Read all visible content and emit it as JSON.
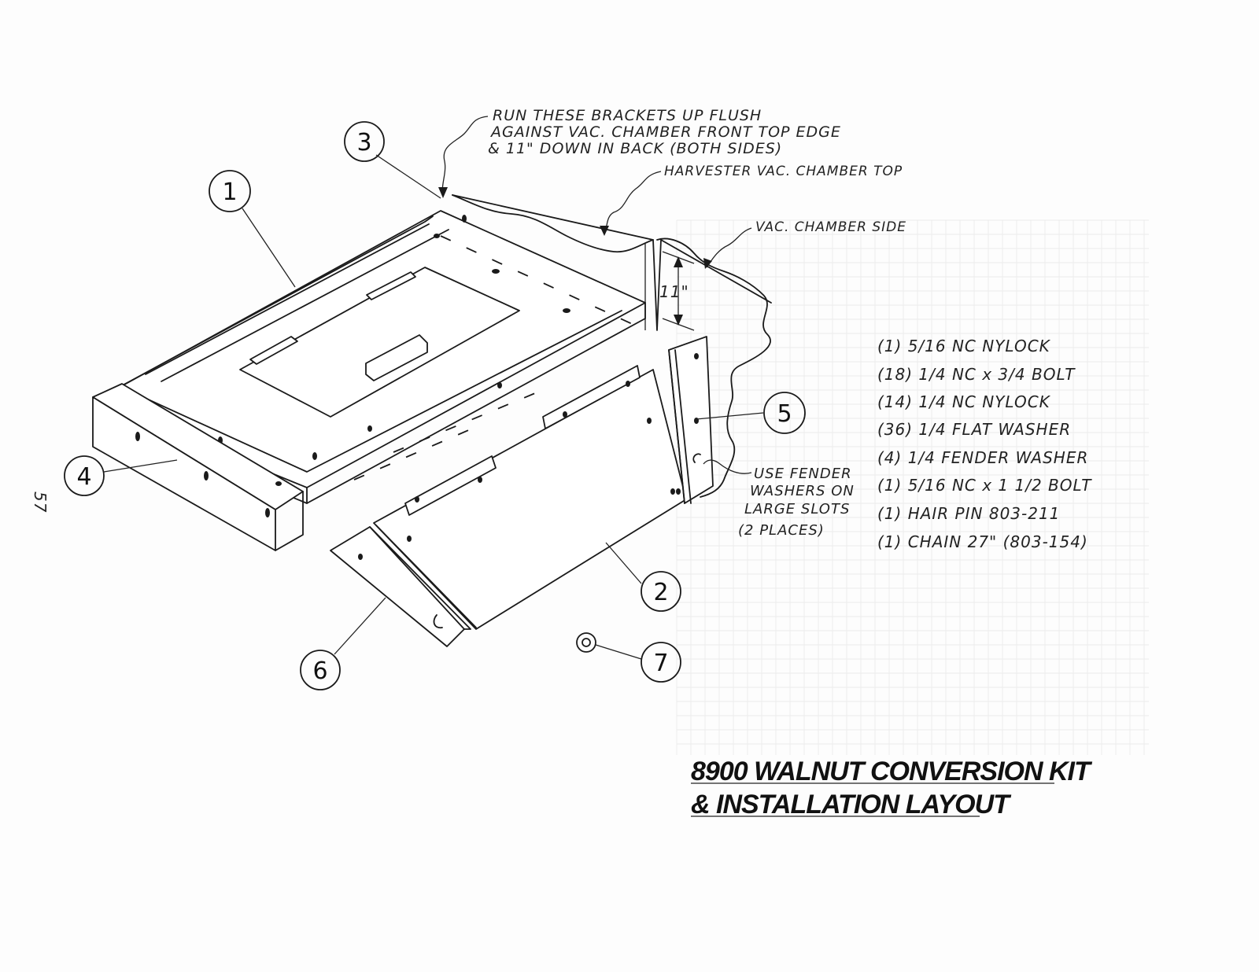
{
  "page_number": "57",
  "title": {
    "line1": "8900 WALNUT CONVERSION KIT",
    "line2": "& INSTALLATION LAYOUT"
  },
  "callouts": [
    "1",
    "2",
    "3",
    "4",
    "5",
    "6",
    "7"
  ],
  "notes": {
    "brackets": [
      "RUN THESE BRACKETS UP FLUSH",
      "AGAINST VAC. CHAMBER  FRONT TOP EDGE",
      "& 11\" DOWN IN BACK (BOTH SIDES)"
    ],
    "chamber_top": "HARVESTER VAC. CHAMBER TOP",
    "chamber_side": "VAC. CHAMBER SIDE",
    "dimension": "11\"",
    "fender": [
      "USE FENDER",
      "WASHERS ON",
      "LARGE SLOTS",
      "(2 PLACES)"
    ]
  },
  "parts_list": [
    "(1) 5/16 NC  NYLOCK",
    "(18) 1/4 NC x 3/4  BOLT",
    "(14) 1/4 NC  NYLOCK",
    "(36) 1/4 FLAT WASHER",
    "(4)  1/4 FENDER WASHER",
    "(1) 5/16 NC x 1 1/2 BOLT",
    "(1)  HAIR PIN   803-211",
    "(1)  CHAIN  27\" (803-154)"
  ]
}
